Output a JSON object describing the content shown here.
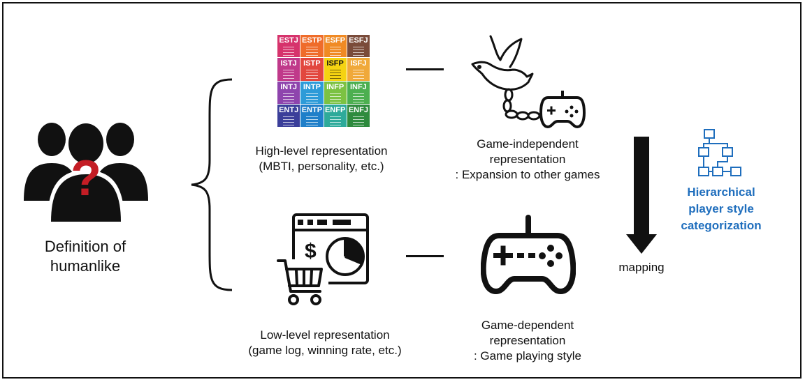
{
  "left": {
    "label_line1": "Definition of",
    "label_line2": "humanlike",
    "question_mark": "?"
  },
  "high_level": {
    "line1": "High-level representation",
    "line2": "(MBTI, personality, etc.)"
  },
  "low_level": {
    "line1": "Low-level representation",
    "line2": "(game log, winning rate, etc.)"
  },
  "game_independent": {
    "line1": "Game-independent",
    "line2": "representation",
    "line3": ": Expansion to other games"
  },
  "game_dependent": {
    "line1": "Game-dependent",
    "line2": "representation",
    "line3": ": Game playing style"
  },
  "arrow": {
    "label": "mapping"
  },
  "category": {
    "line1": "Hierarchical",
    "line2": "player style",
    "line3": "categorization",
    "color": "#1f6ebd"
  },
  "mbti_grid": {
    "types": [
      {
        "code": "ESTJ",
        "color": "#d6336c"
      },
      {
        "code": "ESTP",
        "color": "#ef6c2a"
      },
      {
        "code": "ESFP",
        "color": "#f08a24"
      },
      {
        "code": "ESFJ",
        "color": "#7a4b3a"
      },
      {
        "code": "ISTJ",
        "color": "#c0398a"
      },
      {
        "code": "ISTP",
        "color": "#e2473e"
      },
      {
        "code": "ISFP",
        "color": "#f5d312"
      },
      {
        "code": "ISFJ",
        "color": "#f0a93a"
      },
      {
        "code": "INTJ",
        "color": "#8e44ad"
      },
      {
        "code": "INTP",
        "color": "#2d9bd8"
      },
      {
        "code": "INFP",
        "color": "#7cc242"
      },
      {
        "code": "INFJ",
        "color": "#4caf50"
      },
      {
        "code": "ENTJ",
        "color": "#3b3f9a"
      },
      {
        "code": "ENTP",
        "color": "#1f7fc9"
      },
      {
        "code": "ENFP",
        "color": "#2eaa9a"
      },
      {
        "code": "ENFJ",
        "color": "#2e8b3e"
      }
    ]
  }
}
